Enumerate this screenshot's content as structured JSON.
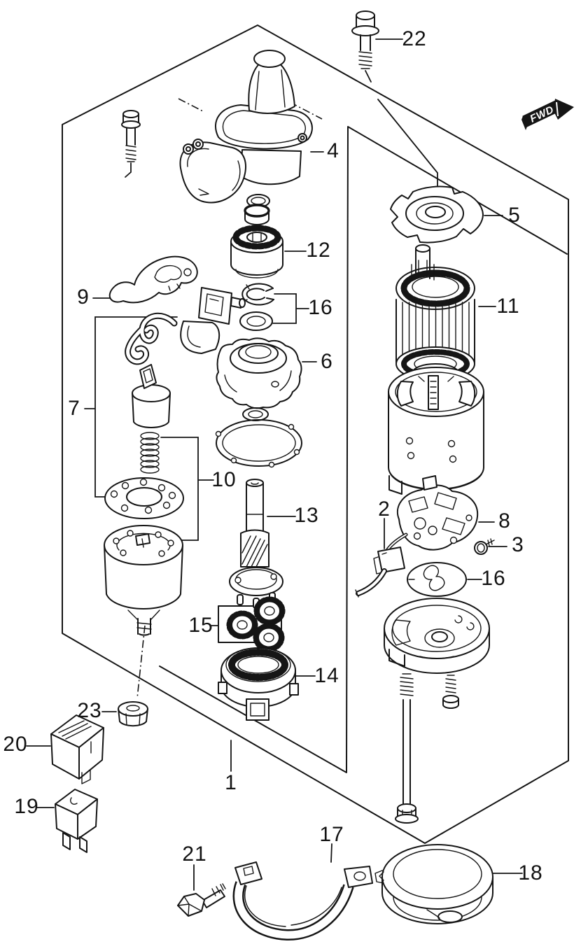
{
  "figure": {
    "fwd_stamp": "FWD",
    "callouts": {
      "c1": "1",
      "c2": "2",
      "c3": "3",
      "c4": "4",
      "c5": "5",
      "c6": "6",
      "c7": "7",
      "c8": "8",
      "c9": "9",
      "c10": "10",
      "c11": "11",
      "c12": "12",
      "c13": "13",
      "c14": "14",
      "c15": "15",
      "c16a": "16",
      "c16b": "16",
      "c17": "17",
      "c18": "18",
      "c19": "19",
      "c20": "20",
      "c21": "21",
      "c22": "22",
      "c23": "23"
    }
  }
}
